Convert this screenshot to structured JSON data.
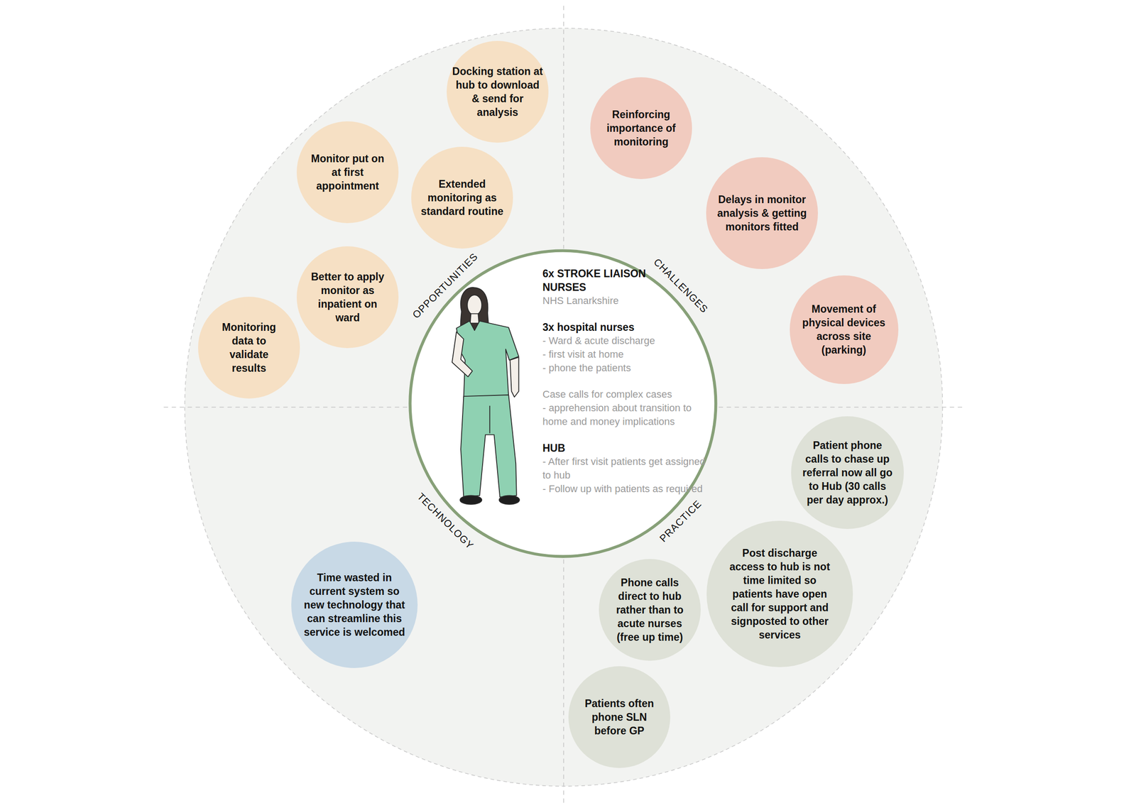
{
  "diagram": {
    "nodes": [
      {
        "text": [
          "6x STROKE LIAISON NURSES",
          "NHS Lanarkshire",
          "3x hospital nurses",
          "- Ward & acute discharge",
          "- first visit at home",
          "- phone the patients",
          "Case calls for complex cases",
          "- apprehension about transition to home and money implications",
          "HUB",
          "- After first visit patients get assigned to hub",
          "- Follow up with patients as required"
        ]
      },
      {
        "text": [
          "Docking station at hub to download & send for analysis"
        ]
      },
      {
        "text": [
          "Monitor put on at first appointment"
        ]
      },
      {
        "text": [
          "Extended monitoring as standard routine"
        ]
      },
      {
        "text": [
          "Better to apply monitor as inpatient on ward"
        ]
      },
      {
        "text": [
          "Monitoring data to validate results"
        ]
      },
      {
        "text": [
          "Reinforcing importance of monitoring"
        ]
      },
      {
        "text": [
          "Delays in monitor analysis & getting monitors fitted"
        ]
      },
      {
        "text": [
          "Movement of physical devices across site (parking)"
        ]
      },
      {
        "text": [
          "Time wasted in current system so new technology that can streamline this service is welcomed"
        ]
      },
      {
        "text": [
          "Patient phone calls to chase up referral now all go to Hub (30 calls per day approx.)"
        ]
      },
      {
        "text": [
          "Post discharge access to hub is not time limited so patients have open call for support and signposted to other services"
        ]
      },
      {
        "text": [
          "Phone calls direct to hub rather than to acute nurses (free up time)"
        ]
      },
      {
        "text": [
          "Patients often phone SLN before GP"
        ]
      }
    ],
    "labels": [
      "OPPORTUNITIES",
      "CHALLENGES",
      "TECHNOLOGY",
      "PRACTICE"
    ]
  }
}
